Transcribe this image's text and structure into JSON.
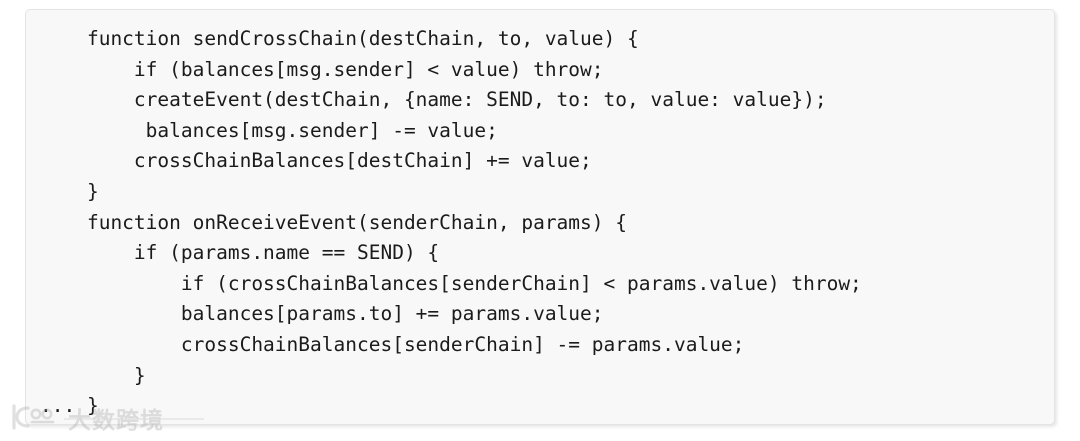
{
  "page": {
    "background_color": "#ffffff"
  },
  "code_block": {
    "language": "solidity-pseudocode",
    "background_color": "#f8f8f8",
    "border_color": "#e4e4e4",
    "text_color": "#1b1b1b",
    "lines": [
      "    function sendCrossChain(destChain, to, value) {",
      "        if (balances[msg.sender] < value) throw;",
      "        createEvent(destChain, {name: SEND, to: to, value: value});",
      "         balances[msg.sender] -= value;",
      "        crossChainBalances[destChain] += value;",
      "    }",
      "    function onReceiveEvent(senderChain, params) {",
      "        if (params.name == SEND) {",
      "            if (crossChainBalances[senderChain] < params.value) throw;",
      "            balances[params.to] += params.value;",
      "            crossChainBalances[senderChain] -= params.value;",
      "        }",
      "... }"
    ]
  },
  "watermark": {
    "text": "大数跨境",
    "logo_icon": "dashukuajing-logo-icon",
    "color": "#9a9a9a"
  }
}
